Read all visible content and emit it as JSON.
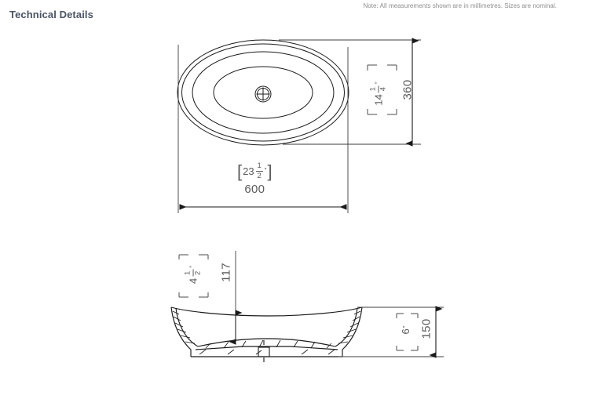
{
  "header": {
    "title": "Technical Details",
    "note": "Note: All measurements shown are in millimetres. Sizes are nominal."
  },
  "drawing": {
    "type": "technical-drawing",
    "subject": "oval countertop basin",
    "views": [
      {
        "name": "top-view",
        "description": "plan view of oval basin with concentric rim profiles and centre drain"
      },
      {
        "name": "front-section-view",
        "description": "sectional front elevation of basin showing wall thickness hatching"
      }
    ],
    "line_color": "#1a1a1a",
    "dim_color": "#5b5b5b"
  },
  "dimensions": {
    "width": {
      "metric": "600",
      "imperial_whole": "23",
      "imperial_num": "1",
      "imperial_den": "2",
      "imperial_unit": "″",
      "bracket_open": "[",
      "bracket_close": "]",
      "view": "top-view",
      "orientation": "horizontal"
    },
    "depth": {
      "metric": "360",
      "imperial_whole": "14",
      "imperial_num": "1",
      "imperial_den": "4",
      "imperial_unit": "″",
      "bracket_open": "[",
      "bracket_close": "]",
      "view": "top-view",
      "orientation": "vertical"
    },
    "bowl_depth": {
      "metric": "117",
      "imperial_whole": "4",
      "imperial_num": "1",
      "imperial_den": "2",
      "imperial_unit": "″",
      "bracket_open": "[",
      "bracket_close": "]",
      "view": "front-section-view",
      "orientation": "vertical"
    },
    "height": {
      "metric": "150",
      "imperial_whole": "6",
      "imperial_unit": "″",
      "bracket_open": "[",
      "bracket_close": "]",
      "view": "front-section-view",
      "orientation": "vertical"
    }
  }
}
